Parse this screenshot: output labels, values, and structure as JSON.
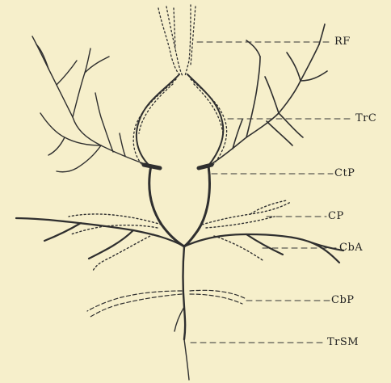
{
  "figure": {
    "labels": {
      "rf": "RF",
      "trc": "TrC",
      "ctp": "CtP",
      "cp": "CP",
      "cba": "CbA",
      "cbp": "CbP",
      "trsm": "TrSM"
    }
  },
  "colors": {
    "background": "#f6efcb",
    "ink": "#2f2f2f"
  }
}
